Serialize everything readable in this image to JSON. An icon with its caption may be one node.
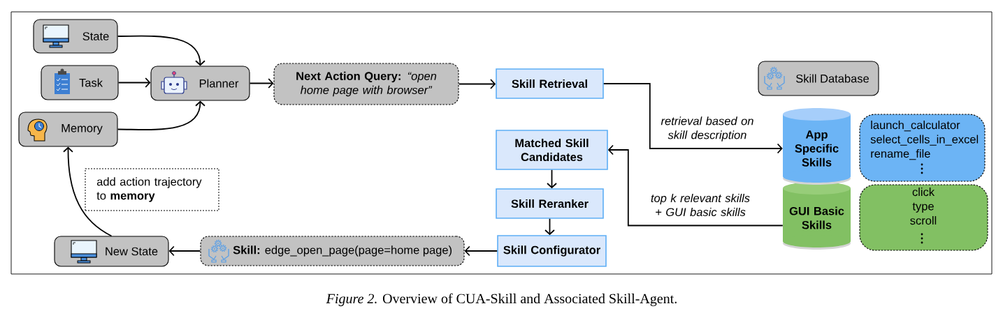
{
  "diagram": {
    "caption": "*Figure 2.* Overview of CUA-Skill and Associated Skill-Agent.",
    "nodes": [
      {
        "text": [
          "State"
        ]
      },
      {
        "text": [
          "Task"
        ]
      },
      {
        "text": [
          "Memory"
        ]
      },
      {
        "text": [
          "Planner"
        ]
      },
      {
        "text": [
          "**Next Action Query:** *“open home page with browser”*"
        ]
      },
      {
        "text": [
          "Skill Retrieval"
        ]
      },
      {
        "text": [
          "Skill Database"
        ]
      },
      {
        "text": [
          "App Specific Skills"
        ]
      },
      {
        "text": [
          "launch_calculator",
          "select_cells_in_excel",
          "rename_file"
        ]
      },
      {
        "text": [
          "Matched Skill Candidates"
        ]
      },
      {
        "text": [
          "GUI Basic Skills"
        ]
      },
      {
        "text": [
          "click",
          "type",
          "scroll"
        ]
      },
      {
        "text": [
          "Skill Reranker"
        ]
      },
      {
        "text": [
          "add action trajectory to **memory**"
        ]
      },
      {
        "text": [
          "New State"
        ]
      },
      {
        "text": [
          "**Skill:** edge_open_page(page=home page)"
        ]
      },
      {
        "text": [
          "Skill Configurator"
        ]
      }
    ],
    "edges": [
      {
        "from": 0,
        "to": 3,
        "arrow": "to"
      },
      {
        "from": 1,
        "to": 3,
        "arrow": "to"
      },
      {
        "from": 2,
        "to": 3,
        "arrow": "to"
      },
      {
        "from": 3,
        "to": 4,
        "arrow": "to"
      },
      {
        "from": 4,
        "to": 5,
        "arrow": "to"
      },
      {
        "from": 5,
        "to": 7,
        "arrow": "to",
        "label": "retrieval based on skill description"
      },
      {
        "from": 10,
        "to": 9,
        "arrow": "to",
        "label": "top k relevant skills + GUI basic skills"
      },
      {
        "from": 9,
        "to": 12,
        "arrow": "to"
      },
      {
        "from": 12,
        "to": 16,
        "arrow": "to"
      },
      {
        "from": 16,
        "to": 15,
        "arrow": "to"
      },
      {
        "from": 15,
        "to": 14,
        "arrow": "to"
      },
      {
        "from": 14,
        "to": 2,
        "arrow": "to"
      }
    ]
  }
}
